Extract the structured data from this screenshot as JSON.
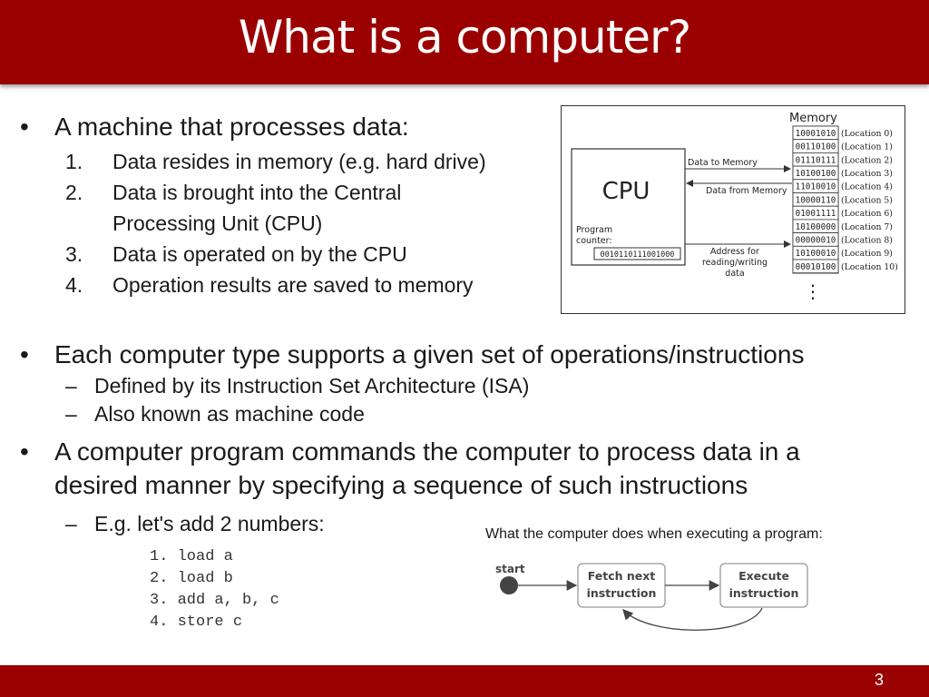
{
  "header": {
    "title": "What is a computer?"
  },
  "footer": {
    "page_number": "3"
  },
  "bullets": {
    "b1": "A machine that processes data:",
    "b1_items": [
      {
        "n": "1.",
        "text": "Data resides in memory (e.g. hard drive)"
      },
      {
        "n": "2.",
        "text": "Data is brought into the Central"
      },
      {
        "n": "",
        "text": "Processing Unit (CPU)"
      },
      {
        "n": "3.",
        "text": "Data is operated on by the CPU"
      },
      {
        "n": "4.",
        "text": "Operation results are saved to memory"
      }
    ],
    "b2": "Each computer type supports a given set of operations/instructions",
    "b2_subs": [
      "Defined by its Instruction Set Architecture (ISA)",
      "Also known as machine code"
    ],
    "b3_line1": "A computer program commands the computer to process data in a",
    "b3_line2": "desired manner by specifying a sequence of such instructions",
    "b3_sub": "E.g. let's add 2 numbers:",
    "code": [
      "1. load a",
      "2. load b",
      "3. add a, b, c",
      "4. store c"
    ]
  },
  "memory_diagram": {
    "memory_label": "Memory",
    "cpu_label": "CPU",
    "program_counter_label_1": "Program",
    "program_counter_label_2": "counter:",
    "program_counter_value": "0010110111001000",
    "arrow_to_memory": "Data to Memory",
    "arrow_from_memory": "Data from Memory",
    "address_label_1": "Address for",
    "address_label_2": "reading/writing",
    "address_label_3": "data",
    "ellipsis": "⋮",
    "cells": [
      {
        "bits": "10001010",
        "loc": "(Location 0)"
      },
      {
        "bits": "00110100",
        "loc": "(Location 1)"
      },
      {
        "bits": "01110111",
        "loc": "(Location 2)"
      },
      {
        "bits": "10100100",
        "loc": "(Location 3)"
      },
      {
        "bits": "11010010",
        "loc": "(Location 4)"
      },
      {
        "bits": "10000110",
        "loc": "(Location 5)"
      },
      {
        "bits": "01001111",
        "loc": "(Location 6)"
      },
      {
        "bits": "10100000",
        "loc": "(Location 7)"
      },
      {
        "bits": "00000010",
        "loc": "(Location 8)"
      },
      {
        "bits": "10100010",
        "loc": "(Location 9)"
      },
      {
        "bits": "00010100",
        "loc": "(Location 10)"
      }
    ]
  },
  "flow_diagram": {
    "caption": "What the computer does when executing a program:",
    "start_label": "start",
    "fetch_line1": "Fetch next",
    "fetch_line2": "instruction",
    "execute_line1": "Execute",
    "execute_line2": "instruction"
  }
}
